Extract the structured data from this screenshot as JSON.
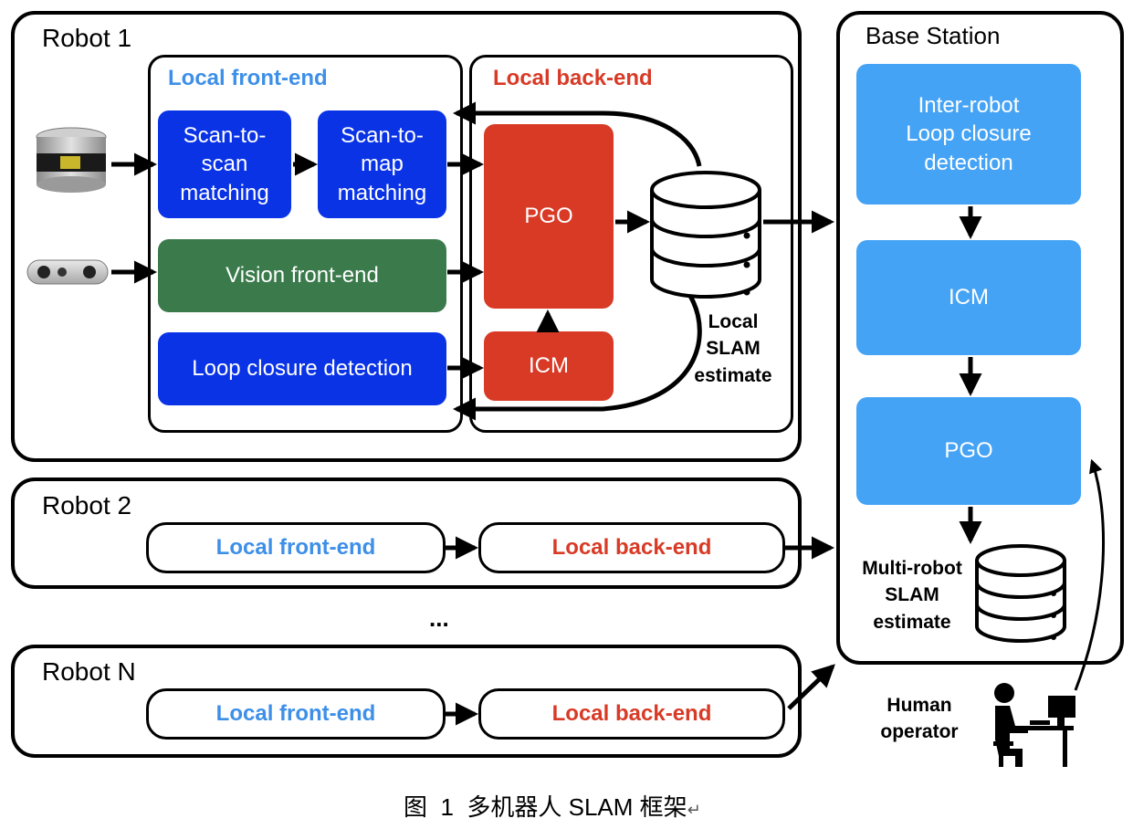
{
  "robot1": {
    "title": "Robot 1",
    "front_end": {
      "title": "Local front-end",
      "scan_to_scan": "Scan-to-\nscan\nmatching",
      "scan_to_map": "Scan-to-\nmap\nmatching",
      "vision": "Vision front-end",
      "loop_closure": "Loop closure detection"
    },
    "back_end": {
      "title": "Local back-end",
      "pgo": "PGO",
      "icm": "ICM",
      "estimate": "Local\nSLAM\nestimate"
    }
  },
  "robot2": {
    "title": "Robot 2",
    "front_end": "Local front-end",
    "back_end": "Local back-end"
  },
  "ellipsis": "...",
  "robotN": {
    "title": "Robot N",
    "front_end": "Local front-end",
    "back_end": "Local back-end"
  },
  "base_station": {
    "title": "Base Station",
    "loop_closure": "Inter-robot\nLoop closure\ndetection",
    "icm": "ICM",
    "pgo": "PGO",
    "estimate": "Multi-robot\nSLAM\nestimate"
  },
  "human_operator": "Human\noperator",
  "caption": {
    "figure_label": "图",
    "number": "1",
    "text": "多机器人 SLAM 框架",
    "return_mark": "↵"
  },
  "icons": {
    "lidar": "velodyne-lidar-icon",
    "camera": "depth-camera-icon",
    "database": "database-icon",
    "operator": "human-operator-icon"
  },
  "colors": {
    "front_end_blue": "#0a33e6",
    "vision_green": "#3a7a4b",
    "back_end_red": "#d83a26",
    "base_station_blue": "#45a3f5",
    "front_end_title": "#3d8fe8"
  }
}
